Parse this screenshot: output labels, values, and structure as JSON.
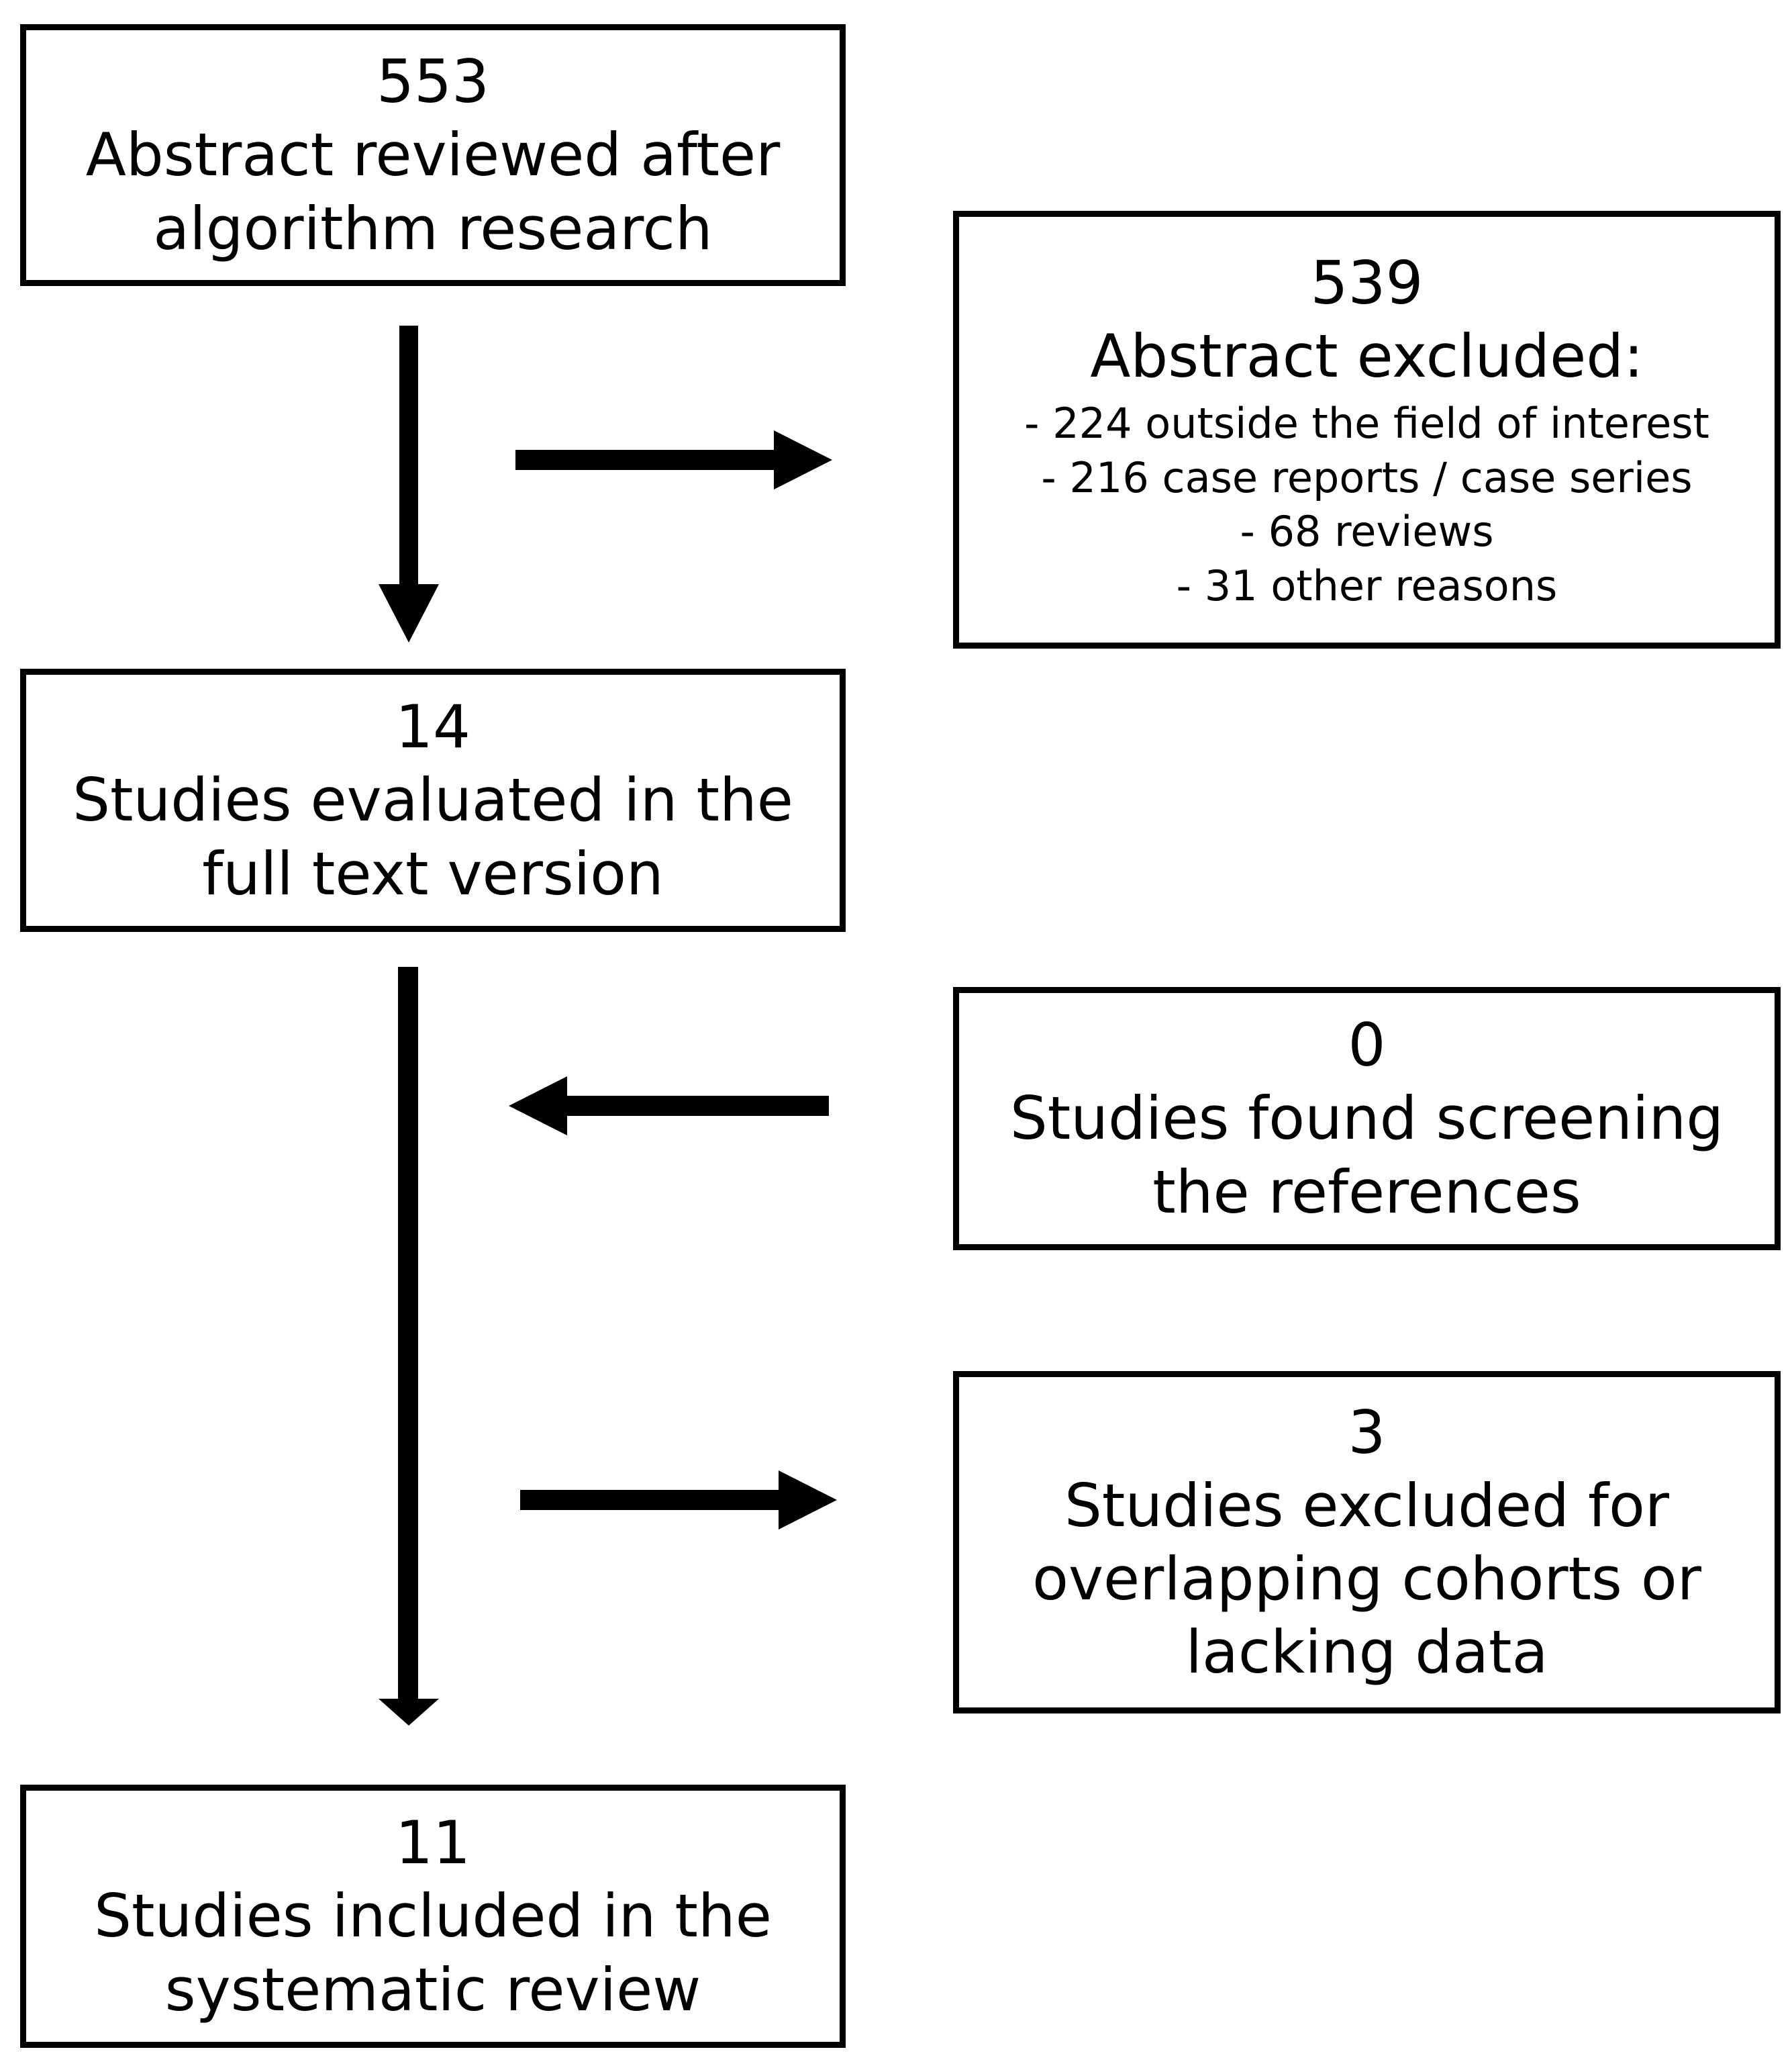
{
  "nodes": {
    "abstracts_reviewed": {
      "count": "553",
      "lines": [
        "Abstract reviewed after",
        "algorithm research"
      ]
    },
    "abstracts_excluded": {
      "count": "539",
      "title": "Abstract excluded:",
      "reasons": [
        "- 224 outside the field of interest",
        "- 216 case reports / case series",
        "- 68 reviews",
        "- 31 other reasons"
      ]
    },
    "full_text_evaluated": {
      "count": "14",
      "lines": [
        "Studies evaluated in the",
        "full text version"
      ]
    },
    "reference_screening": {
      "count": "0",
      "lines": [
        "Studies found screening",
        "the references"
      ]
    },
    "excluded_overlap": {
      "count": "3",
      "lines": [
        "Studies excluded for",
        "overlapping cohorts or",
        "lacking data"
      ]
    },
    "included": {
      "count": "11",
      "lines": [
        "Studies included in the",
        "systematic review"
      ]
    }
  },
  "edges": [
    {
      "from": "abstracts_reviewed",
      "to": "full_text_evaluated"
    },
    {
      "from": "abstracts_reviewed",
      "to": "abstracts_excluded"
    },
    {
      "from": "full_text_evaluated",
      "to": "included"
    },
    {
      "from": "reference_screening",
      "to": "full_text_evaluated"
    },
    {
      "from": "full_text_evaluated",
      "to": "excluded_overlap"
    }
  ]
}
